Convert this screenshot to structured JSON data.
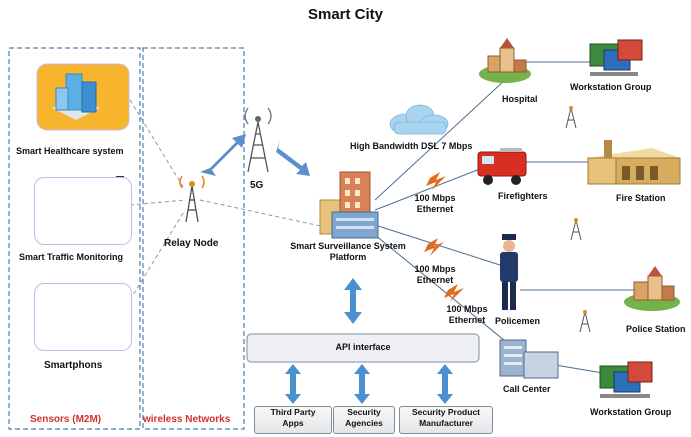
{
  "title": "Smart City",
  "sensors": {
    "group_label": "Sensors (M2M)",
    "items": [
      {
        "label": "Smart Healthcare system"
      },
      {
        "label": "Smart Traffic Monitoring"
      },
      {
        "label": "Smartphons"
      }
    ]
  },
  "wireless": {
    "group_label": "wireless Networks",
    "relay_label": "Relay Node"
  },
  "fiveg_label": "5G",
  "platform": {
    "label_line1": "Smart Surveillance System",
    "label_line2": "Platform"
  },
  "api": {
    "label": "API interface"
  },
  "consumers": [
    {
      "line1": "Third Party",
      "line2": "Apps"
    },
    {
      "line1": "Security",
      "line2": "Agencies"
    },
    {
      "line1": "Security Product",
      "line2": "Manufacturer"
    }
  ],
  "links": {
    "dsl": "High Bandwidth DSL 7 Mbps",
    "eth1_line1": "100 Mbps",
    "eth1_line2": "Ethernet",
    "eth2_line1": "100 Mbps",
    "eth2_line2": "Ethernet",
    "eth3_line1": "100 Mbps",
    "eth3_line2": "Ethernet"
  },
  "endpoints": {
    "hospital": "Hospital",
    "workstation_top": "Workstation Group",
    "firefighters": "Firefighters",
    "fire_station": "Fire Station",
    "policemen": "Policemen",
    "police_station": "Police Station",
    "call_center": "Call Center",
    "workstation_bottom": "Workstation Group"
  },
  "colors": {
    "dashed_border": "#4a7fb0",
    "red_label": "#d0312d",
    "arrow_blue": "#5b8fd0",
    "card_border": "#c9b9e6"
  }
}
